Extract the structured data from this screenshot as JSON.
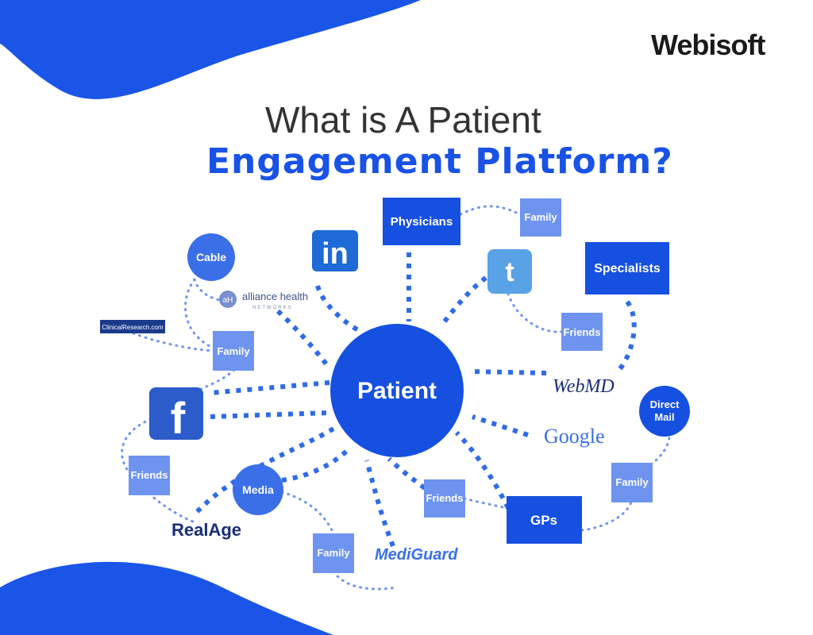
{
  "brand": "Webisoft",
  "title": {
    "line1": "What is A Patient",
    "line2": "Engagement Platform?"
  },
  "colors": {
    "accent": "#1952e6",
    "box_dark": "#1650e0",
    "box_light": "#6e94f0",
    "title_gray": "#333333"
  },
  "center": {
    "label": "Patient"
  },
  "nodes": {
    "physicians": "Physicians",
    "family_top": "Family",
    "specialists": "Specialists",
    "friends_right": "Friends",
    "cable": "Cable",
    "family_left": "Family",
    "friends_left": "Friends",
    "media": "Media",
    "family_bottom": "Family",
    "friends_bottom": "Friends",
    "gps": "GPs",
    "direct_mail_line1": "Direct",
    "direct_mail_line2": "Mail",
    "family_right": "Family"
  },
  "logos": {
    "linkedin": "in",
    "twitter_icon": "twitter-bird-icon",
    "facebook": "f",
    "alliance_mark": "aH",
    "alliance_name": "alliance health",
    "alliance_sub": "NETWORKS",
    "clinical": "ClinicalResearch.com",
    "webmd": "WebMD",
    "google": "Google",
    "realage": "RealAge",
    "mediguard": "MediGuard"
  }
}
